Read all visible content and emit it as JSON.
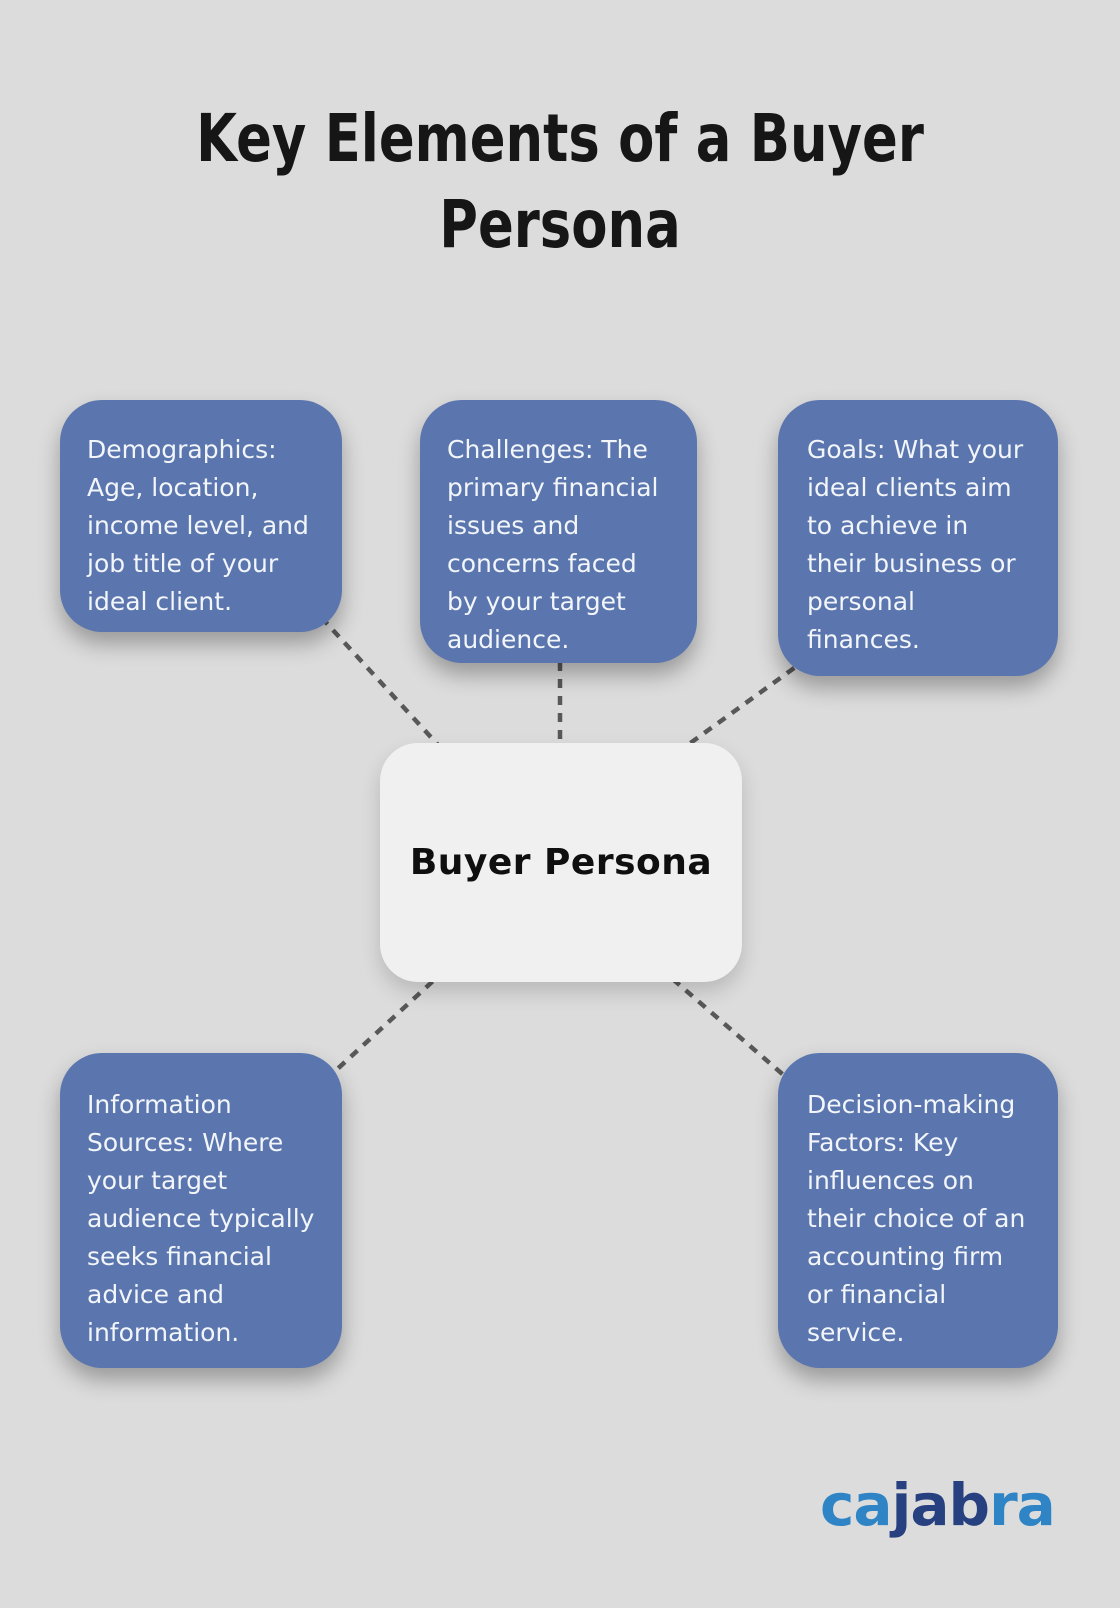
{
  "title": "Key Elements of a Buyer\nPersona",
  "center_node": {
    "label": "Buyer Persona"
  },
  "nodes": [
    {
      "id": "demographics",
      "text": "Demographics:\nAge, location,\nincome level, and\njob title of your\nideal client."
    },
    {
      "id": "challenges",
      "text": "Challenges: The\nprimary financial\nissues and\nconcerns faced\nby your target\naudience."
    },
    {
      "id": "goals",
      "text": "Goals: What your\nideal clients aim\nto achieve in\ntheir business or\npersonal\nfinances."
    },
    {
      "id": "information-sources",
      "text": "Information\nSources: Where\nyour target\naudience typically\nseeks financial\nadvice and\ninformation."
    },
    {
      "id": "decision-making-factors",
      "text": "Decision-making\nFactors: Key\ninfluences on\ntheir choice of an\naccounting firm\nor financial\nservice."
    }
  ],
  "logo": {
    "name": "cajabra",
    "segments": [
      {
        "text": "ca",
        "color": "#2e84c4"
      },
      {
        "text": "jab",
        "color": "#27407f"
      },
      {
        "text": "ra",
        "color": "#2e84c4"
      }
    ]
  },
  "colors": {
    "background": "#dcdcdc",
    "node_blue": "#5b76ae",
    "node_text": "#f2f5f9",
    "center_bg": "#f0f0f1",
    "center_text": "#0f0f0f",
    "connector": "#585858",
    "title_text": "#161616",
    "logo_light_blue": "#2e84c4",
    "logo_navy": "#27407f"
  }
}
